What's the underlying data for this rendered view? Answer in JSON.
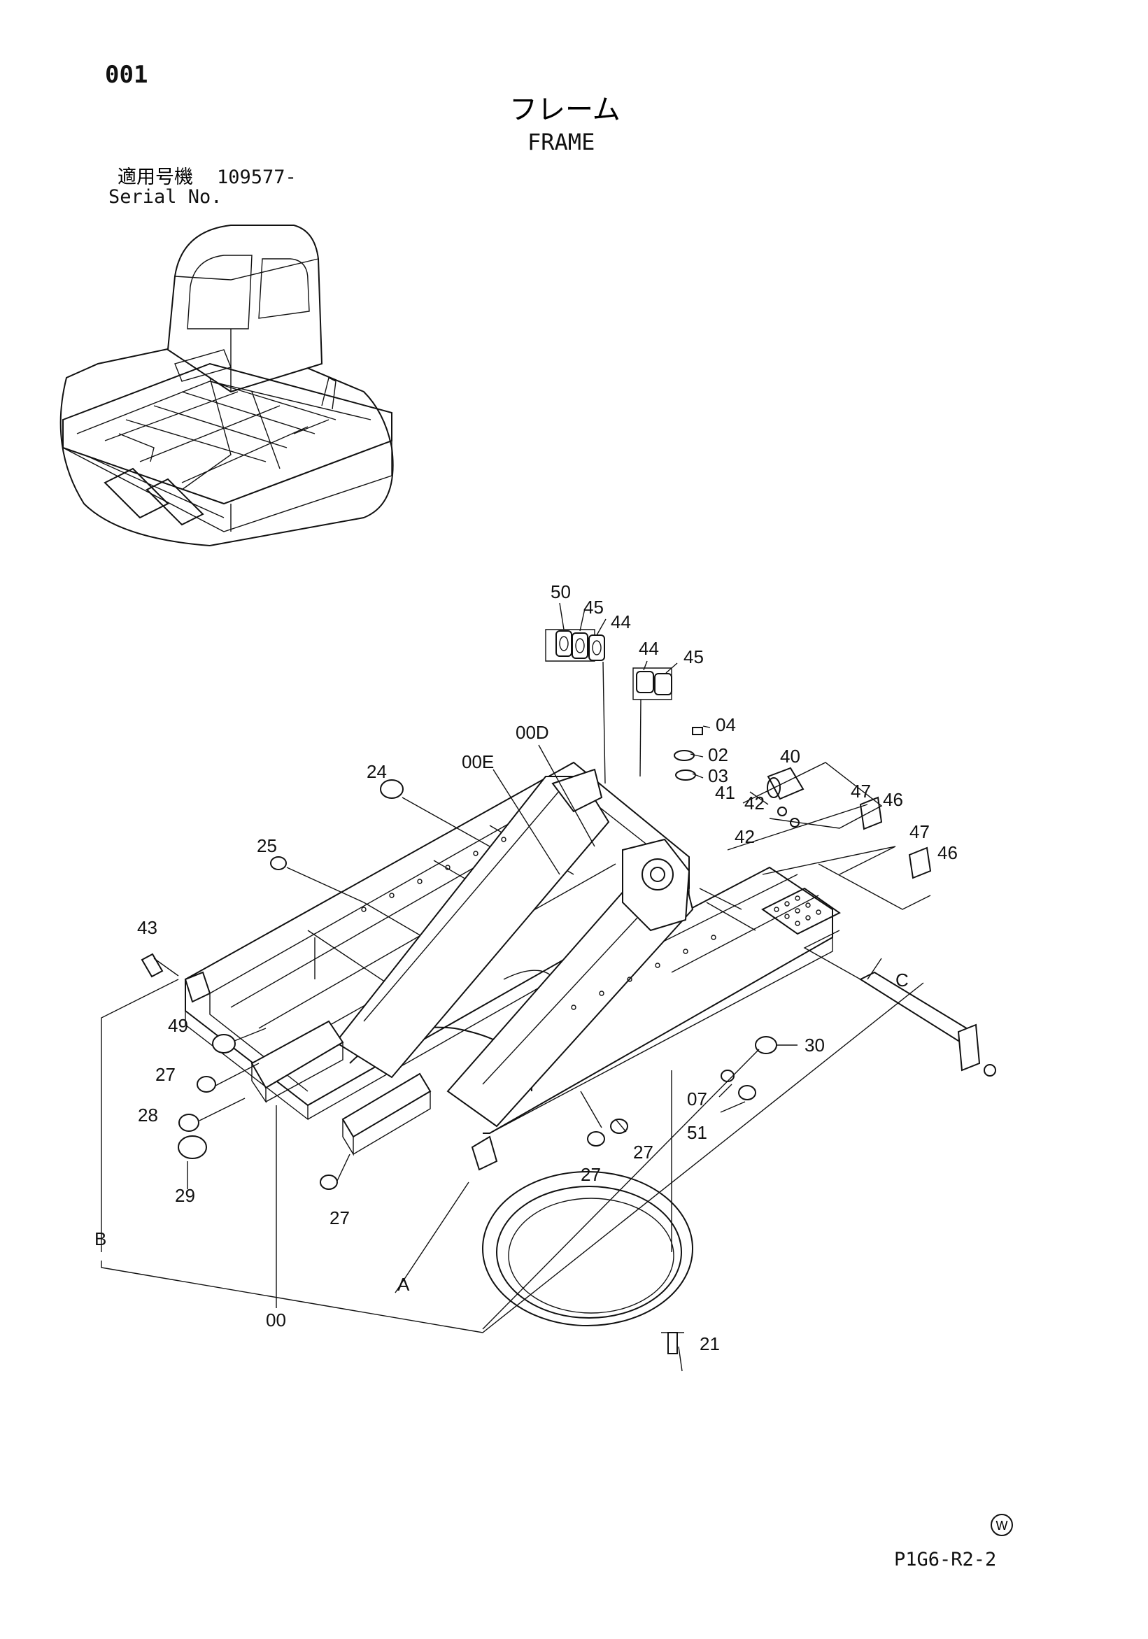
{
  "header": {
    "page_code": "001",
    "title_jp": "フレーム",
    "title_en": "FRAME",
    "serial_label_jp": "適用号機",
    "serial_value": "109577-",
    "serial_label_en": "Serial No."
  },
  "callouts": [
    {
      "id": "c50",
      "text": "50"
    },
    {
      "id": "c45a",
      "text": "45"
    },
    {
      "id": "c44a",
      "text": "44"
    },
    {
      "id": "c44b",
      "text": "44"
    },
    {
      "id": "c45b",
      "text": "45"
    },
    {
      "id": "c04",
      "text": "04"
    },
    {
      "id": "c00D",
      "text": "00D"
    },
    {
      "id": "c02",
      "text": "02"
    },
    {
      "id": "c40",
      "text": "40"
    },
    {
      "id": "c00E",
      "text": "00E"
    },
    {
      "id": "c03",
      "text": "03"
    },
    {
      "id": "c24",
      "text": "24"
    },
    {
      "id": "c41",
      "text": "41"
    },
    {
      "id": "c42a",
      "text": "42"
    },
    {
      "id": "c47a",
      "text": "47"
    },
    {
      "id": "c46a",
      "text": "46"
    },
    {
      "id": "c42b",
      "text": "42"
    },
    {
      "id": "c47b",
      "text": "47"
    },
    {
      "id": "c25",
      "text": "25"
    },
    {
      "id": "c46b",
      "text": "46"
    },
    {
      "id": "c43",
      "text": "43"
    },
    {
      "id": "cC",
      "text": "C"
    },
    {
      "id": "c49",
      "text": "49"
    },
    {
      "id": "c30",
      "text": "30"
    },
    {
      "id": "c27a",
      "text": "27"
    },
    {
      "id": "c07",
      "text": "07"
    },
    {
      "id": "c28",
      "text": "28"
    },
    {
      "id": "c51",
      "text": "51"
    },
    {
      "id": "c27b",
      "text": "27"
    },
    {
      "id": "c29",
      "text": "29"
    },
    {
      "id": "c27c",
      "text": "27"
    },
    {
      "id": "c27d",
      "text": "27"
    },
    {
      "id": "cB",
      "text": "B"
    },
    {
      "id": "cA",
      "text": "A"
    },
    {
      "id": "c00",
      "text": "00"
    },
    {
      "id": "c21",
      "text": "21"
    }
  ],
  "footer": {
    "watermark": "W",
    "drawing_code": "P1G6-R2-2"
  }
}
